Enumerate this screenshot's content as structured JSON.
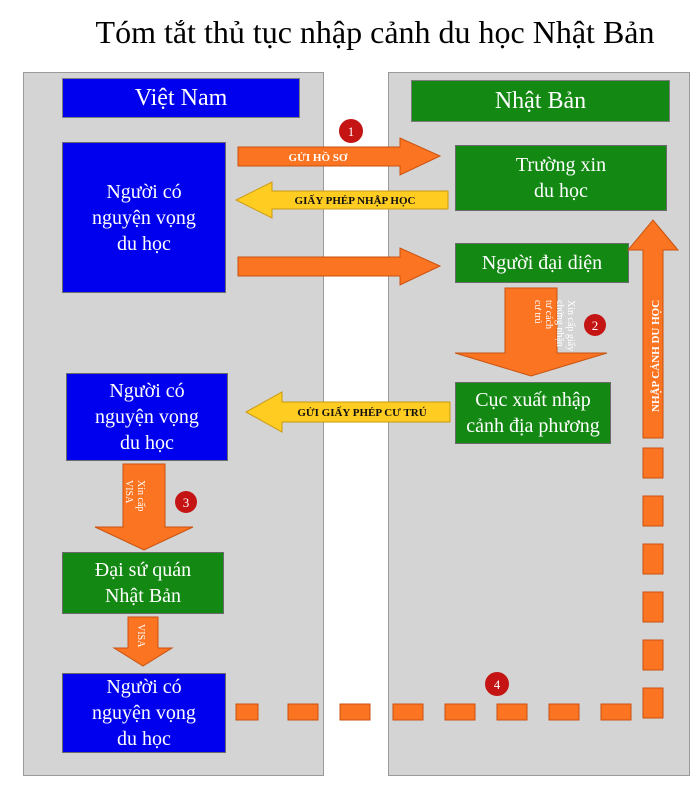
{
  "title": "Tóm tắt thủ tục nhập cảnh du học Nhật Bản",
  "panels": {
    "left_header": "Việt Nam",
    "right_header": "Nhật Bản"
  },
  "boxes": {
    "student_1": "Người có\nnguyện vọng\ndu học",
    "school": "Trường xin\ndu học",
    "representative": "Người đại diện",
    "student_2": "Người có\nnguyện vọng\ndu học",
    "immigration": "Cục xuất nhập\ncảnh địa phương",
    "embassy": "Đại sứ quán\nNhật Bản",
    "student_3": "Người có\nnguyện vọng\ndu học"
  },
  "arrows": {
    "send_documents": "GỬI HỒ SƠ",
    "admission_permit": "GIẤY PHÉP NHẬP HỌC",
    "send_residence": "GỬI GIẤY PHÉP CƯ TRÚ",
    "apply_certificate": [
      "Xin cấp giấy",
      "chứng nhận",
      "tư cách",
      "cư trú"
    ],
    "apply_visa": [
      "Xin cấp",
      "VISA"
    ],
    "visa": "VISA",
    "entry": "NHẬP CẢNH DU HỌC"
  },
  "steps": [
    "1",
    "2",
    "3",
    "4"
  ],
  "colors": {
    "panel": "#d4d4d4",
    "blue": "#0000ee",
    "green": "#138813",
    "orange": "#fb7421",
    "yellow": "#ffcc22",
    "badge": "#c41414"
  }
}
